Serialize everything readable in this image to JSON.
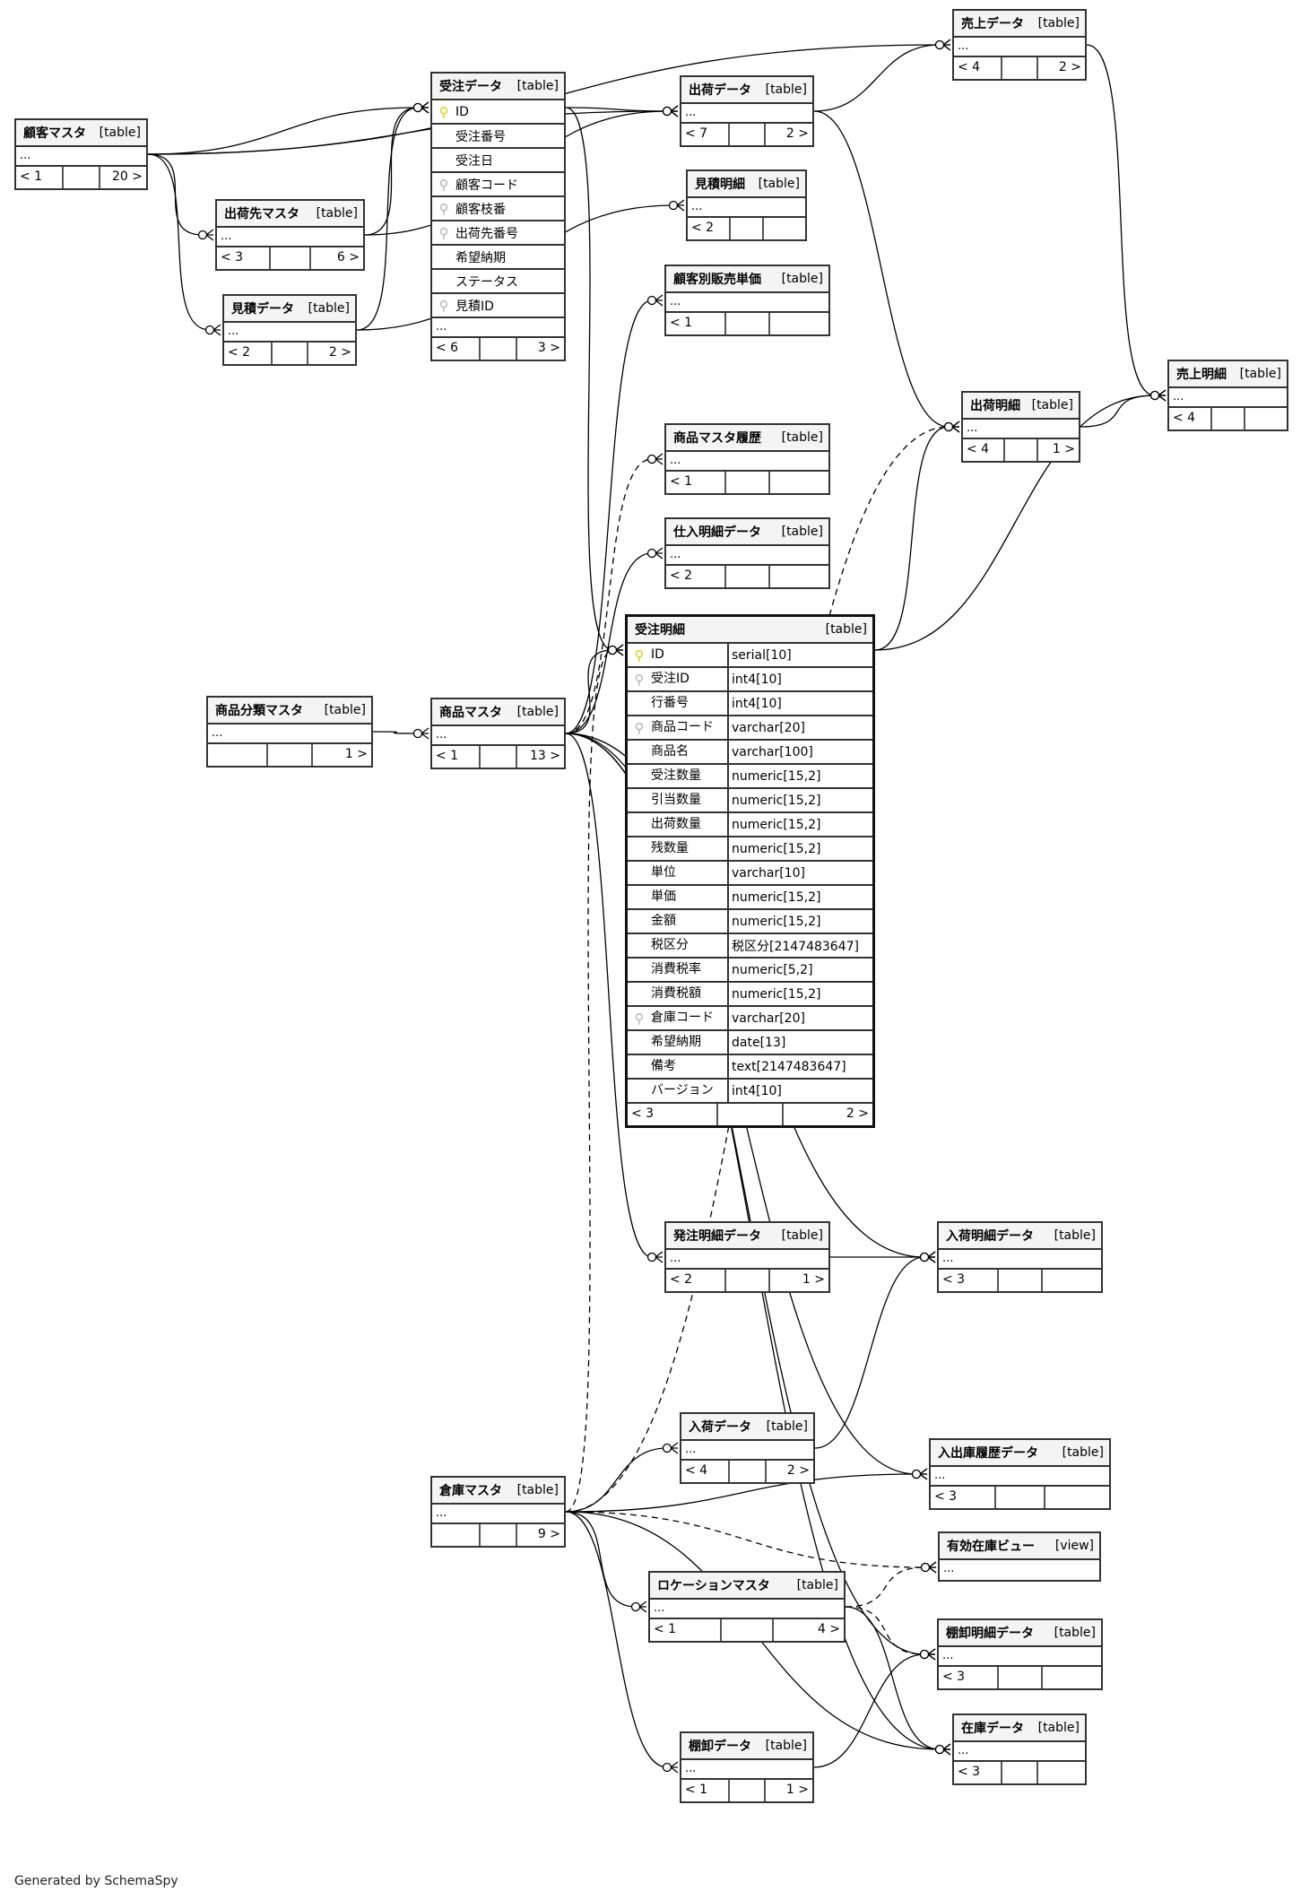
{
  "diagram": {
    "generator_note": "Generated by SchemaSpy",
    "tables": {
      "kokyaku_master": {
        "name": "顧客マスタ",
        "kind": "[table]",
        "ellipsis": "...",
        "parents": "< 1",
        "children": "20 >"
      },
      "shukkasaki_master": {
        "name": "出荷先マスタ",
        "kind": "[table]",
        "ellipsis": "...",
        "parents": "< 3",
        "children": "6 >"
      },
      "mitsumori_data": {
        "name": "見積データ",
        "kind": "[table]",
        "ellipsis": "...",
        "parents": "< 2",
        "children": "2 >"
      },
      "juchu_data": {
        "name": "受注データ",
        "kind": "[table]",
        "ellipsis": "...",
        "parents": "< 6",
        "children": "3 >",
        "columns": [
          {
            "key": "pk",
            "name": "ID"
          },
          {
            "key": "",
            "name": "受注番号"
          },
          {
            "key": "",
            "name": "受注日"
          },
          {
            "key": "fk",
            "name": "顧客コード"
          },
          {
            "key": "fk",
            "name": "顧客枝番"
          },
          {
            "key": "fk",
            "name": "出荷先番号"
          },
          {
            "key": "",
            "name": "希望納期"
          },
          {
            "key": "",
            "name": "ステータス"
          },
          {
            "key": "fk",
            "name": "見積ID"
          }
        ]
      },
      "shukka_data": {
        "name": "出荷データ",
        "kind": "[table]",
        "ellipsis": "...",
        "parents": "< 7",
        "children": "2 >"
      },
      "uriage_data": {
        "name": "売上データ",
        "kind": "[table]",
        "ellipsis": "...",
        "parents": "< 4",
        "children": "2 >"
      },
      "mitsumori_meisai": {
        "name": "見積明細",
        "kind": "[table]",
        "ellipsis": "...",
        "parents": "< 2",
        "children": ""
      },
      "kokyakubetsu_tanka": {
        "name": "顧客別販売単価",
        "kind": "[table]",
        "ellipsis": "...",
        "parents": "< 1",
        "children": ""
      },
      "shukka_meisai": {
        "name": "出荷明細",
        "kind": "[table]",
        "ellipsis": "...",
        "parents": "< 4",
        "children": "1 >"
      },
      "uriage_meisai": {
        "name": "売上明細",
        "kind": "[table]",
        "ellipsis": "...",
        "parents": "< 4",
        "children": ""
      },
      "shohin_master_rireki": {
        "name": "商品マスタ履歴",
        "kind": "[table]",
        "ellipsis": "...",
        "parents": "< 1",
        "children": ""
      },
      "shiire_meisai": {
        "name": "仕入明細データ",
        "kind": "[table]",
        "ellipsis": "...",
        "parents": "< 2",
        "children": ""
      },
      "shohin_bunrui_master": {
        "name": "商品分類マスタ",
        "kind": "[table]",
        "ellipsis": "...",
        "parents": "",
        "children": "1 >"
      },
      "shohin_master": {
        "name": "商品マスタ",
        "kind": "[table]",
        "ellipsis": "...",
        "parents": "< 1",
        "children": "13 >"
      },
      "juchu_meisai": {
        "name": "受注明細",
        "kind": "[table]",
        "parents": "< 3",
        "children": "2 >",
        "columns": [
          {
            "key": "pk",
            "name": "ID",
            "type": "serial[10]"
          },
          {
            "key": "fk",
            "name": "受注ID",
            "type": "int4[10]"
          },
          {
            "key": "",
            "name": "行番号",
            "type": "int4[10]"
          },
          {
            "key": "fk",
            "name": "商品コード",
            "type": "varchar[20]"
          },
          {
            "key": "",
            "name": "商品名",
            "type": "varchar[100]"
          },
          {
            "key": "",
            "name": "受注数量",
            "type": "numeric[15,2]"
          },
          {
            "key": "",
            "name": "引当数量",
            "type": "numeric[15,2]"
          },
          {
            "key": "",
            "name": "出荷数量",
            "type": "numeric[15,2]"
          },
          {
            "key": "",
            "name": "残数量",
            "type": "numeric[15,2]"
          },
          {
            "key": "",
            "name": "単位",
            "type": "varchar[10]"
          },
          {
            "key": "",
            "name": "単価",
            "type": "numeric[15,2]"
          },
          {
            "key": "",
            "name": "金額",
            "type": "numeric[15,2]"
          },
          {
            "key": "",
            "name": "税区分",
            "type": "税区分[2147483647]"
          },
          {
            "key": "",
            "name": "消費税率",
            "type": "numeric[5,2]"
          },
          {
            "key": "",
            "name": "消費税額",
            "type": "numeric[15,2]"
          },
          {
            "key": "fk",
            "name": "倉庫コード",
            "type": "varchar[20]"
          },
          {
            "key": "",
            "name": "希望納期",
            "type": "date[13]"
          },
          {
            "key": "",
            "name": "備考",
            "type": "text[2147483647]"
          },
          {
            "key": "",
            "name": "バージョン",
            "type": "int4[10]"
          }
        ]
      },
      "hacchu_meisai": {
        "name": "発注明細データ",
        "kind": "[table]",
        "ellipsis": "...",
        "parents": "< 2",
        "children": "1 >"
      },
      "nyuka_meisai": {
        "name": "入荷明細データ",
        "kind": "[table]",
        "ellipsis": "...",
        "parents": "< 3",
        "children": ""
      },
      "nyuka_data": {
        "name": "入荷データ",
        "kind": "[table]",
        "ellipsis": "...",
        "parents": "< 4",
        "children": "2 >"
      },
      "souko_master": {
        "name": "倉庫マスタ",
        "kind": "[table]",
        "ellipsis": "...",
        "parents": "",
        "children": "9 >"
      },
      "nyushukko_rireki": {
        "name": "入出庫履歴データ",
        "kind": "[table]",
        "ellipsis": "...",
        "parents": "< 3",
        "children": ""
      },
      "yuko_zaiko_view": {
        "name": "有効在庫ビュー",
        "kind": "[view]",
        "ellipsis": "..."
      },
      "location_master": {
        "name": "ロケーションマスタ",
        "kind": "[table]",
        "ellipsis": "...",
        "parents": "< 1",
        "children": "4 >"
      },
      "tanaoroshi_meisai": {
        "name": "棚卸明細データ",
        "kind": "[table]",
        "ellipsis": "...",
        "parents": "< 3",
        "children": ""
      },
      "tanaoroshi_data": {
        "name": "棚卸データ",
        "kind": "[table]",
        "ellipsis": "...",
        "parents": "< 1",
        "children": "1 >"
      },
      "zaiko_data": {
        "name": "在庫データ",
        "kind": "[table]",
        "ellipsis": "...",
        "parents": "< 3",
        "children": ""
      }
    },
    "relationships": [
      {
        "from": "kokyaku_master",
        "to": "shukkasaki_master",
        "style": "solid"
      },
      {
        "from": "kokyaku_master",
        "to": "mitsumori_data",
        "style": "solid"
      },
      {
        "from": "kokyaku_master",
        "to": "juchu_data",
        "style": "solid"
      },
      {
        "from": "kokyaku_master",
        "to": "shukka_data",
        "style": "solid"
      },
      {
        "from": "kokyaku_master",
        "to": "uriage_data",
        "style": "solid"
      },
      {
        "from": "shukkasaki_master",
        "to": "juchu_data",
        "style": "solid"
      },
      {
        "from": "shukkasaki_master",
        "to": "shukka_data",
        "style": "solid"
      },
      {
        "from": "mitsumori_data",
        "to": "juchu_data",
        "style": "solid"
      },
      {
        "from": "mitsumori_data",
        "to": "mitsumori_meisai",
        "style": "solid"
      },
      {
        "from": "juchu_data",
        "to": "shukka_data",
        "style": "solid"
      },
      {
        "from": "juchu_data",
        "to": "juchu_meisai",
        "style": "solid"
      },
      {
        "from": "shukka_data",
        "to": "uriage_data",
        "style": "solid"
      },
      {
        "from": "shukka_data",
        "to": "shukka_meisai",
        "style": "solid"
      },
      {
        "from": "uriage_data",
        "to": "uriage_meisai",
        "style": "solid"
      },
      {
        "from": "shukka_meisai",
        "to": "uriage_meisai",
        "style": "solid"
      },
      {
        "from": "juchu_meisai",
        "to": "shukka_meisai",
        "style": "solid"
      },
      {
        "from": "juchu_meisai",
        "to": "uriage_meisai",
        "style": "solid"
      },
      {
        "from": "shohin_bunrui_master",
        "to": "shohin_master",
        "style": "solid"
      },
      {
        "from": "shohin_master",
        "to": "juchu_meisai",
        "style": "solid"
      },
      {
        "from": "shohin_master",
        "to": "kokyakubetsu_tanka",
        "style": "solid"
      },
      {
        "from": "shohin_master",
        "to": "shohin_master_rireki",
        "style": "dashed"
      },
      {
        "from": "shohin_master",
        "to": "shiire_meisai",
        "style": "solid"
      },
      {
        "from": "shohin_master",
        "to": "hacchu_meisai",
        "style": "solid"
      },
      {
        "from": "shohin_master",
        "to": "nyuka_meisai",
        "style": "solid"
      },
      {
        "from": "shohin_master",
        "to": "zaiko_data",
        "style": "solid"
      },
      {
        "from": "shohin_master",
        "to": "tanaoroshi_meisai",
        "style": "solid"
      },
      {
        "from": "shohin_master",
        "to": "nyushukko_rireki",
        "style": "solid"
      },
      {
        "from": "hacchu_meisai",
        "to": "nyuka_meisai",
        "style": "solid"
      },
      {
        "from": "nyuka_data",
        "to": "nyuka_meisai",
        "style": "solid"
      },
      {
        "from": "souko_master",
        "to": "juchu_meisai",
        "style": "dashed"
      },
      {
        "from": "souko_master",
        "to": "nyuka_data",
        "style": "solid"
      },
      {
        "from": "souko_master",
        "to": "nyushukko_rireki",
        "style": "solid"
      },
      {
        "from": "souko_master",
        "to": "yuko_zaiko_view",
        "style": "dashed"
      },
      {
        "from": "souko_master",
        "to": "location_master",
        "style": "solid"
      },
      {
        "from": "souko_master",
        "to": "tanaoroshi_data",
        "style": "solid"
      },
      {
        "from": "souko_master",
        "to": "zaiko_data",
        "style": "solid"
      },
      {
        "from": "souko_master",
        "to": "shukka_meisai",
        "style": "dashed"
      },
      {
        "from": "location_master",
        "to": "yuko_zaiko_view",
        "style": "dashed"
      },
      {
        "from": "location_master",
        "to": "tanaoroshi_meisai",
        "style": "dashed"
      },
      {
        "from": "location_master",
        "to": "zaiko_data",
        "style": "solid"
      },
      {
        "from": "tanaoroshi_data",
        "to": "tanaoroshi_meisai",
        "style": "solid"
      }
    ]
  }
}
